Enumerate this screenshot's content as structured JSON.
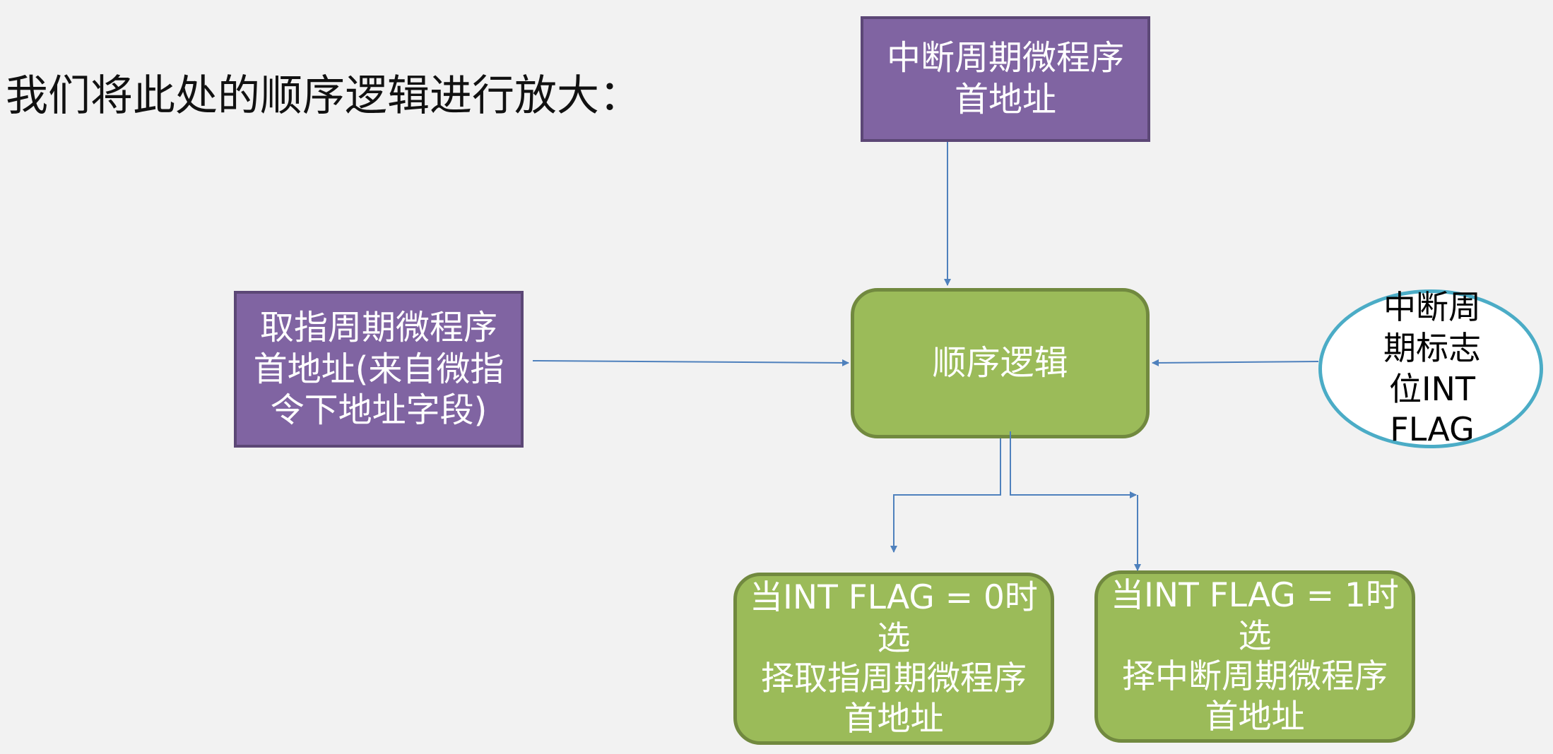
{
  "slide": {
    "title": "我们将此处的顺序逻辑进行放大："
  },
  "diagram": {
    "nodes": {
      "interrupt_address": {
        "label": "中断周期微程序\n首地址",
        "fill": "#8064a2"
      },
      "fetch_address": {
        "label": "取指周期微程序\n首地址(来自微指\n令下地址字段)",
        "fill": "#8064a2"
      },
      "sequence_logic": {
        "label": "顺序逻辑",
        "fill": "#9bbb59"
      },
      "int_flag": {
        "label": "中断周\n期标志\n位INT\nFLAG",
        "stroke": "#4bacc6"
      },
      "flag_zero": {
        "label": "当INT FLAG = 0时选\n择取指周期微程序\n首地址",
        "fill": "#9bbb59"
      },
      "flag_one": {
        "label": "当INT FLAG = 1时选\n择中断周期微程序\n首地址",
        "fill": "#9bbb59"
      }
    },
    "edges": [
      {
        "from": "interrupt_address",
        "to": "sequence_logic"
      },
      {
        "from": "fetch_address",
        "to": "sequence_logic"
      },
      {
        "from": "int_flag",
        "to": "sequence_logic"
      },
      {
        "from": "sequence_logic",
        "to": "flag_zero"
      },
      {
        "from": "sequence_logic",
        "to": "flag_one"
      }
    ],
    "connector_color": "#4f81bd"
  }
}
